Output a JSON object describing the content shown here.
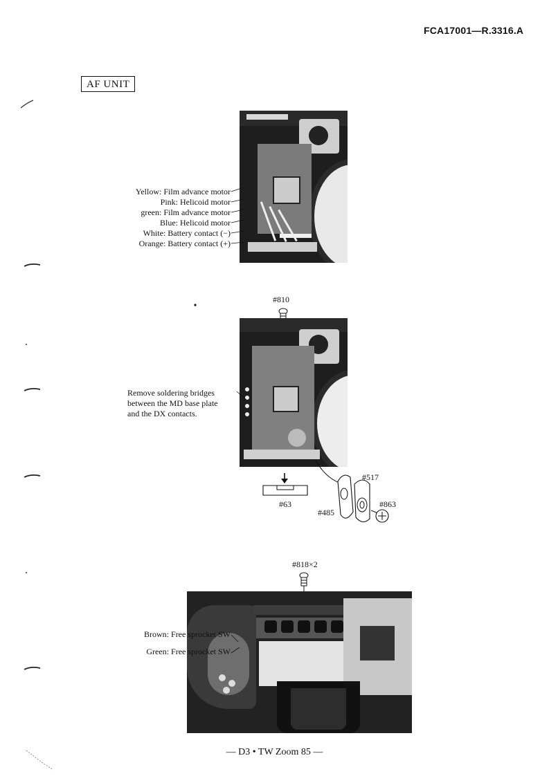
{
  "header": {
    "doc_id": "FCA17001—R.3316.A"
  },
  "section_title": "AF UNIT",
  "figure1": {
    "wire_labels": [
      "Yellow: Film advance motor",
      "Pink: Helicoid motor",
      "green: Film advance motor",
      "Blue: Helicoid motor",
      "White: Battery contact (−)",
      "Orange: Battery contact (+)"
    ]
  },
  "figure2": {
    "screw_top": "#810",
    "note": [
      "Remove soldering bridges",
      "between the MD base plate",
      "and the DX contacts."
    ],
    "parts": {
      "p63": "#63",
      "p517": "#517",
      "p485": "#485",
      "p863": "#863"
    }
  },
  "figure3": {
    "screw_top": "#818×2",
    "labels": [
      "Brown: Free sprocket SW",
      "Green: Free sprocket SW"
    ]
  },
  "footer": "— D3 • TW Zoom 85 —"
}
